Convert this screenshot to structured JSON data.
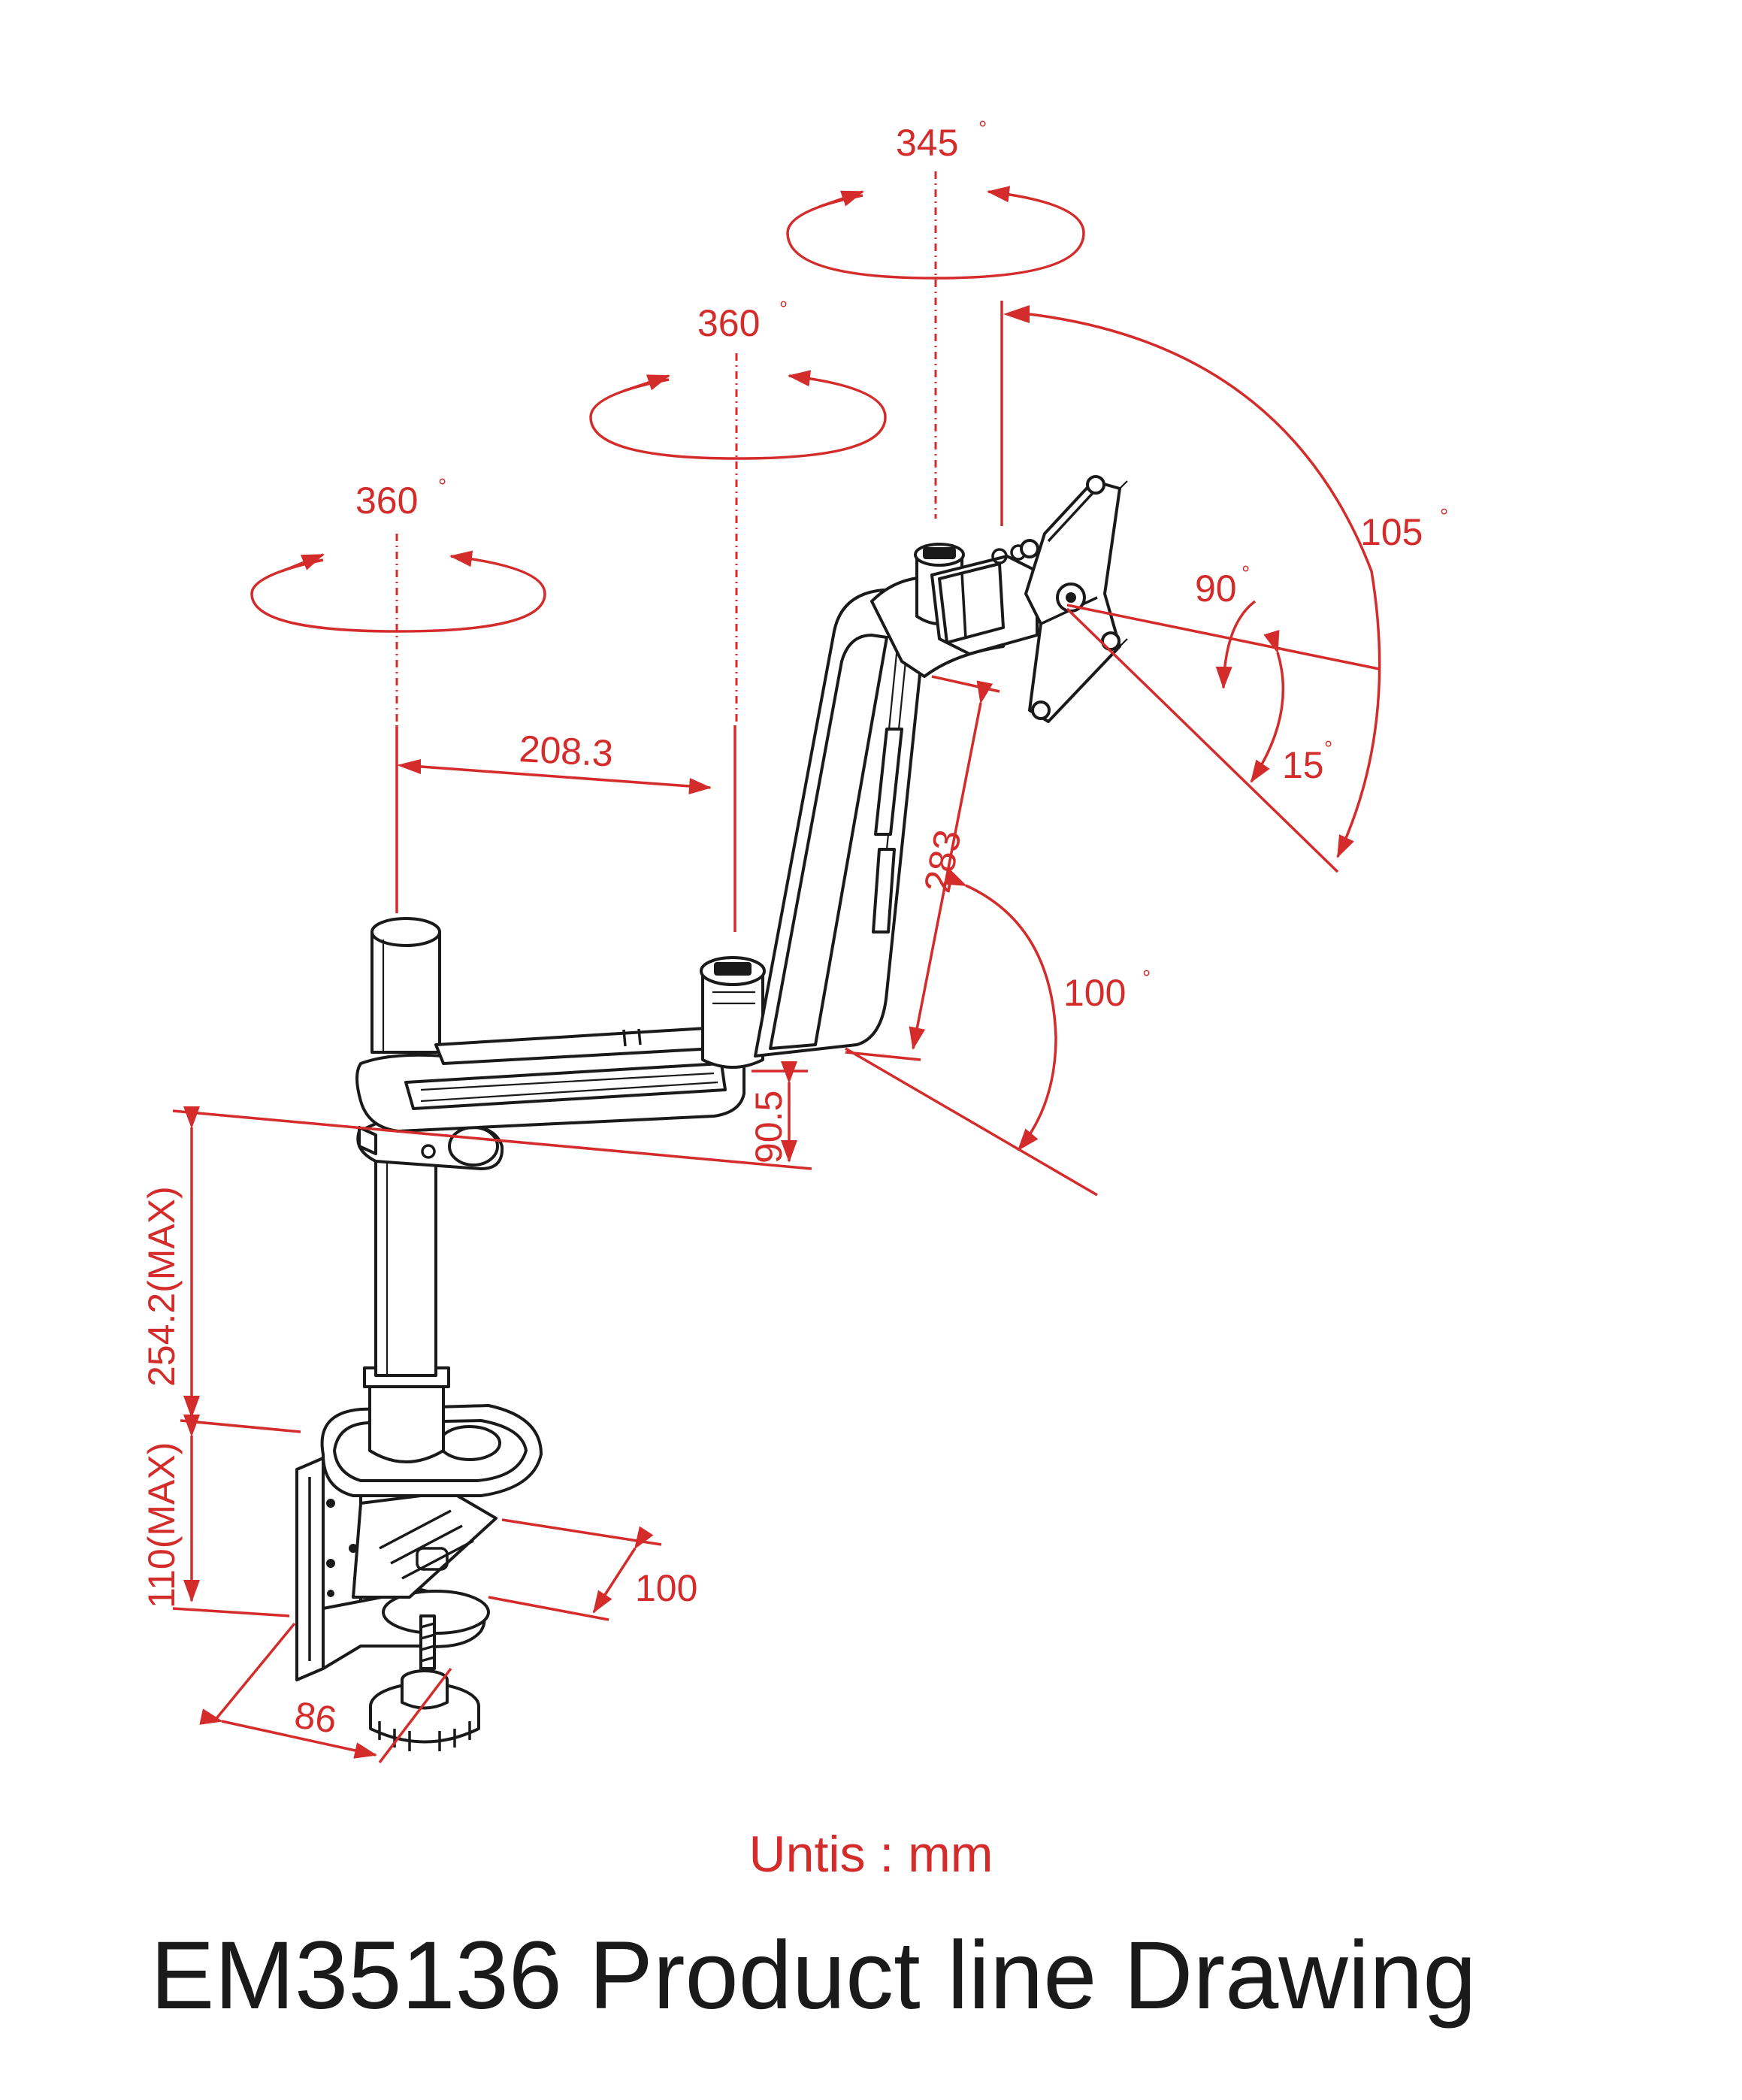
{
  "colors": {
    "dimension": "#d42b2b",
    "line": "#1a1a1a",
    "background": "#ffffff"
  },
  "rotations": {
    "pole_top": "360",
    "arm_joint": "360",
    "head_swivel": "345"
  },
  "tilt": {
    "head_tilt": "105",
    "portrait_rotate": "90",
    "tilt_small": "15",
    "arm_angle": "100"
  },
  "dimensions": {
    "arm_reach": "208.3",
    "arm_length": "283",
    "arm_height": "90.5",
    "pole_height": "254.2(MAX)",
    "clamp_opening": "110(MAX)",
    "clamp_depth": "100",
    "clamp_width": "86"
  },
  "units_label": "Untis : mm",
  "title": "EM35136 Product  line Drawing"
}
